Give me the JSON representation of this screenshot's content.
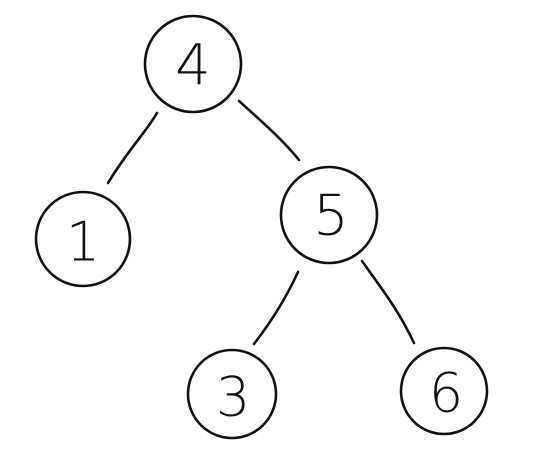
{
  "tree": {
    "nodes": [
      {
        "id": "n4",
        "label": "4"
      },
      {
        "id": "n1",
        "label": "1"
      },
      {
        "id": "n5",
        "label": "5"
      },
      {
        "id": "n3",
        "label": "3"
      },
      {
        "id": "n6",
        "label": "6"
      }
    ],
    "edges": [
      {
        "from": "n4",
        "to": "n1"
      },
      {
        "from": "n4",
        "to": "n5"
      },
      {
        "from": "n5",
        "to": "n3"
      },
      {
        "from": "n5",
        "to": "n6"
      }
    ]
  },
  "colors": {
    "ink": "#111111",
    "background": "#ffffff"
  }
}
